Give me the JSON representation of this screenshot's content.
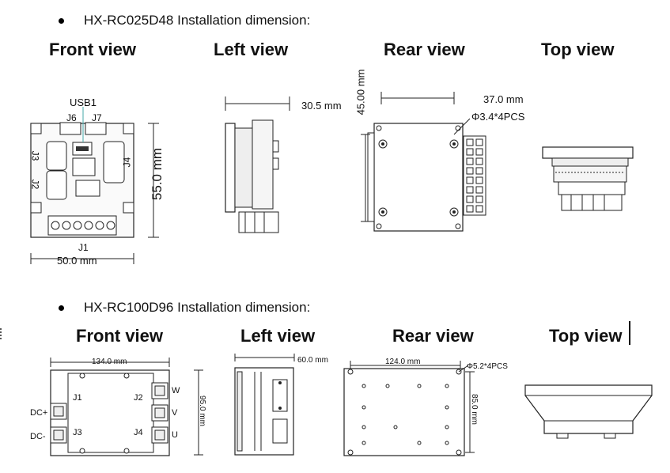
{
  "sections": [
    {
      "heading": "HX-RC025D48 Installation dimension:",
      "views": {
        "front": "Front view",
        "left": "Left view",
        "rear": "Rear view",
        "top": "Top view"
      },
      "labels": {
        "usb": "USB1",
        "j6": "J6",
        "j7": "J7",
        "j3": "J3",
        "j2": "J2",
        "j4": "J4",
        "j1": "J1",
        "front_height": "55.0 mm",
        "front_width": "50.0 mm",
        "left_depth": "30.5 mm",
        "rear_height": "45.00 mm",
        "rear_width": "37.0 mm",
        "rear_holes": "Φ3.4*4PCS"
      }
    },
    {
      "heading": "HX-RC100D96 Installation dimension:",
      "views": {
        "front": "Front view",
        "left": "Left view",
        "rear": "Rear view",
        "top": "Top view"
      },
      "labels": {
        "front_width": "134.0 mm",
        "front_height": "95.0 mm",
        "j1": "J1",
        "j2": "J2",
        "j3": "J3",
        "j4": "J4",
        "w": "W",
        "v": "V",
        "u": "U",
        "dc_plus": "DC+",
        "dc_minus": "DC-",
        "left_depth": "60.0 mm",
        "rear_width": "124.0 mm",
        "rear_height": "85.0 mm",
        "rear_holes": "Φ5.2*4PCS"
      }
    }
  ]
}
